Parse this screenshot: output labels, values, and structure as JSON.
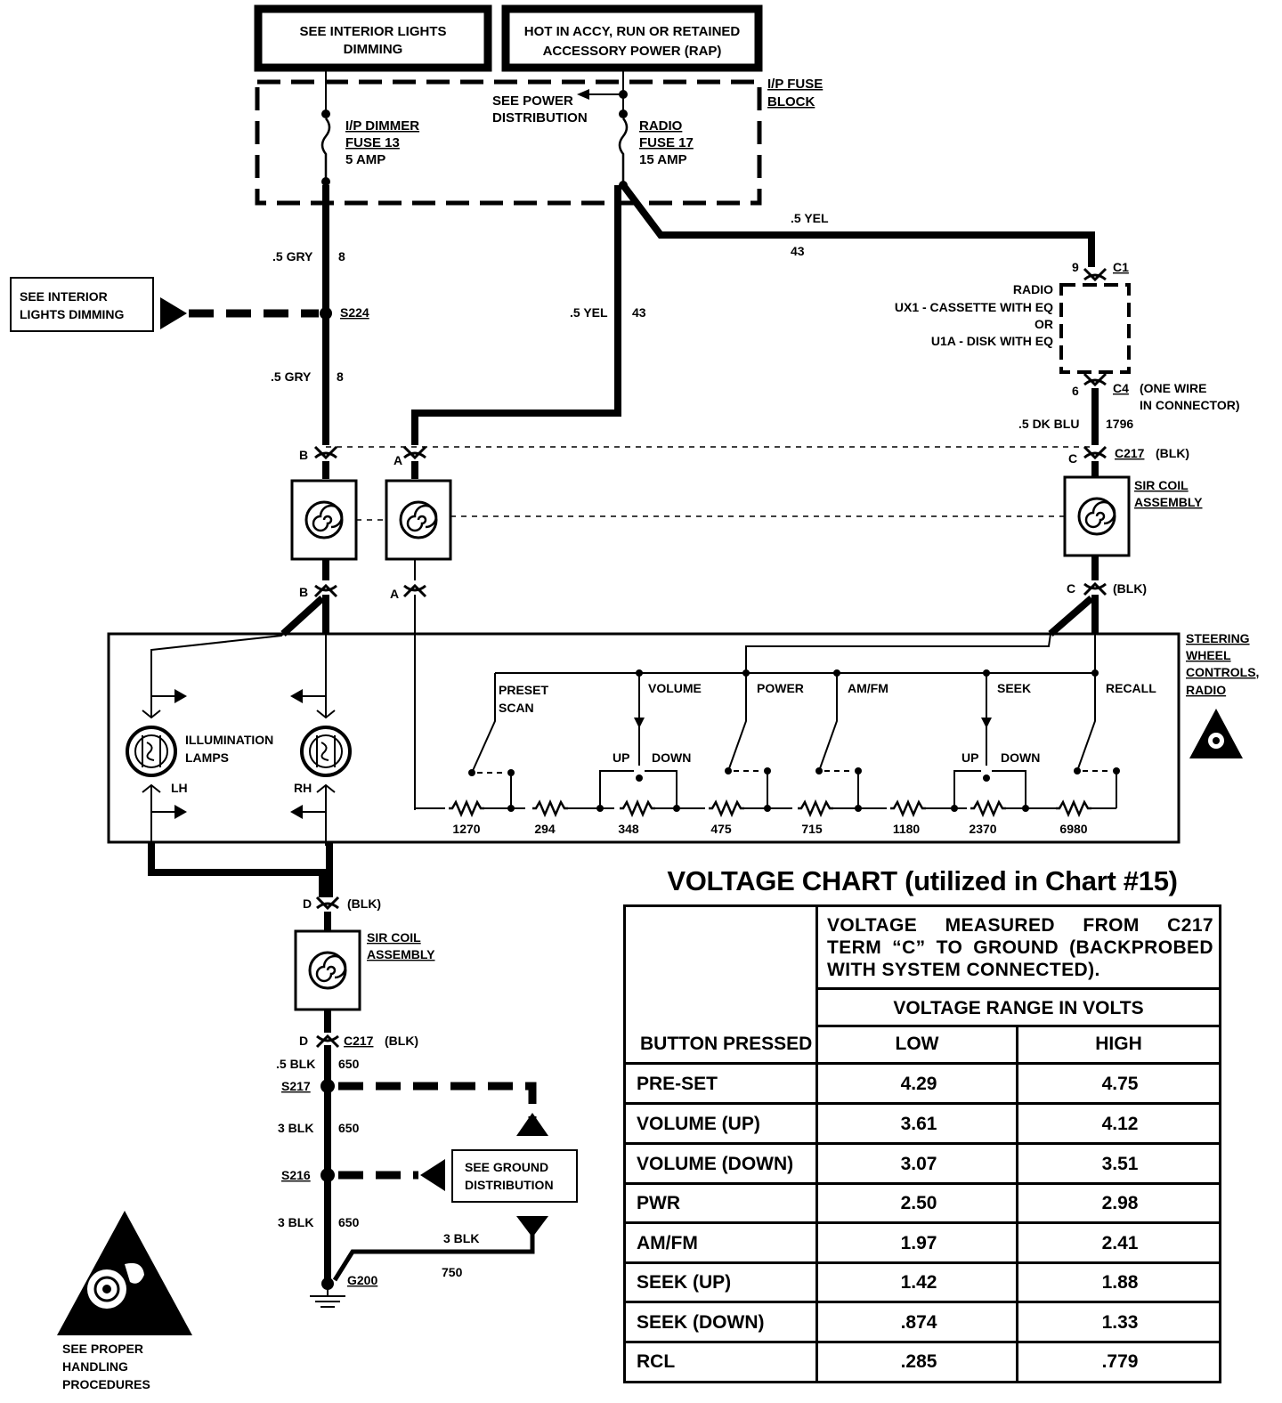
{
  "header": {
    "box1": [
      "SEE INTERIOR LIGHTS",
      "DIMMING"
    ],
    "box2": [
      "HOT IN ACCY, RUN OR RETAINED",
      "ACCESSORY POWER (RAP)"
    ]
  },
  "fuse_block": {
    "title": [
      "I/P FUSE",
      "BLOCK"
    ],
    "fuse13": [
      "I/P DIMMER",
      "FUSE 13",
      "5 AMP"
    ],
    "fuse17": [
      "RADIO",
      "FUSE 17",
      "15 AMP"
    ],
    "power_dist": [
      "SEE POWER",
      "DISTRIBUTION"
    ]
  },
  "wires": {
    "gry_color": ".5 GRY",
    "gry_circuit": "8",
    "yel_color": ".5 YEL",
    "yel_circuit": "43",
    "dkblu_color": ".5 DK BLU",
    "dkblu_circuit": "1796",
    "blk_05": ".5 BLK",
    "blk_3": "3 BLK",
    "blk_circuit": "650",
    "ground_circuit": "750"
  },
  "splices": {
    "s224": "S224",
    "s217": "S217",
    "s216": "S216",
    "g200": "G200"
  },
  "interior_lights": [
    "SEE INTERIOR",
    "LIGHTS DIMMING"
  ],
  "radio": {
    "conn_c1": "C1",
    "pin9": "9",
    "title": "RADIO",
    "line1": "UX1 - CASSETTE WITH EQ",
    "line2": "OR",
    "line3": "U1A - DISK WITH EQ",
    "pin6": "6",
    "conn_c4": "C4",
    "c4_note": [
      "(ONE WIRE",
      "IN CONNECTOR)"
    ]
  },
  "c217": {
    "name": "C217",
    "blk": "(BLK)"
  },
  "sir_coil": [
    "SIR COIL",
    "ASSEMBLY"
  ],
  "pins": {
    "a": "A",
    "b": "B",
    "c": "C",
    "d": "D"
  },
  "steering": {
    "title": [
      "STEERING",
      "WHEEL",
      "CONTROLS,",
      "RADIO"
    ],
    "lamps": [
      "ILLUMINATION",
      "LAMPS"
    ],
    "lh": "LH",
    "rh": "RH",
    "switches": [
      "PRESET",
      "SCAN",
      "VOLUME",
      "POWER",
      "AM/FM",
      "SEEK",
      "RECALL"
    ],
    "up": "UP",
    "down": "DOWN",
    "resistors": [
      "1270",
      "294",
      "348",
      "475",
      "715",
      "1180",
      "2370",
      "6980"
    ]
  },
  "ground_dist": [
    "SEE GROUND",
    "DISTRIBUTION"
  ],
  "handling": [
    "SEE PROPER",
    "HANDLING",
    "PROCEDURES"
  ],
  "voltage_chart": {
    "title": "VOLTAGE CHART (utilized in Chart #15)",
    "desc": [
      "VOLTAGE MEASURED FROM C217",
      "TERM “C” TO GROUND (BACKPROBED",
      "WITH SYSTEM CONNECTED)."
    ],
    "range_header": "VOLTAGE RANGE IN VOLTS",
    "col_button": "BUTTON PRESSED",
    "col_low": "LOW",
    "col_high": "HIGH",
    "rows": [
      {
        "button": "PRE-SET",
        "low": "4.29",
        "high": "4.75"
      },
      {
        "button": "VOLUME (UP)",
        "low": "3.61",
        "high": "4.12"
      },
      {
        "button": "VOLUME (DOWN)",
        "low": "3.07",
        "high": "3.51"
      },
      {
        "button": "PWR",
        "low": "2.50",
        "high": "2.98"
      },
      {
        "button": "AM/FM",
        "low": "1.97",
        "high": "2.41"
      },
      {
        "button": "SEEK (UP)",
        "low": "1.42",
        "high": "1.88"
      },
      {
        "button": "SEEK (DOWN)",
        "low": ".874",
        "high": "1.33"
      },
      {
        "button": "RCL",
        "low": ".285",
        "high": ".779"
      }
    ]
  }
}
